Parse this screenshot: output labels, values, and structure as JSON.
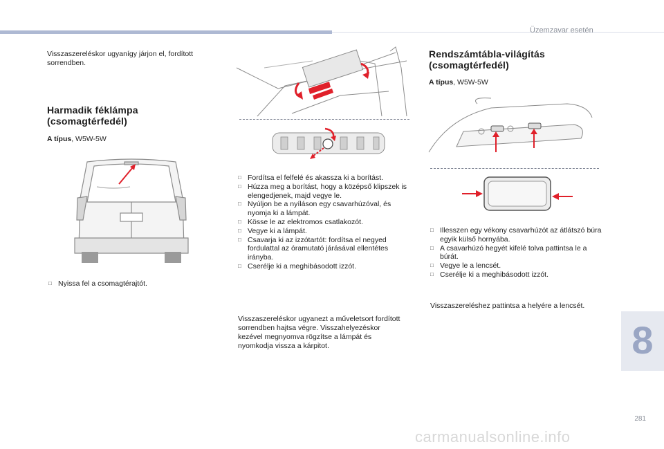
{
  "header": {
    "section_title": "Üzemzavar esetén"
  },
  "col1": {
    "intro": "Visszaszereléskor ugyanígy járjon el, fordított sorrendben.",
    "heading_line1": "Harmadik féklámpa",
    "heading_line2": "(csomagtérfedél)",
    "type_label": "A típus",
    "type_value": ", W5W-5W",
    "steps": [
      "Nyissa fel a csomagtérajtót."
    ]
  },
  "col2": {
    "steps": [
      "Fordítsa el felfelé és akassza ki a borítást.",
      "Húzza meg a borítást, hogy a középső klipszek is elengedjenek, majd vegye le.",
      "Nyúljon be a nyíláson egy csavarhúzóval, és nyomja ki a lámpát.",
      "Kösse le az elektromos csatlakozót.",
      "Vegye ki a lámpát.",
      "Csavarja ki az izzótartót: fordítsa el negyed fordulattal az óramutató járásával ellentétes irányba.",
      "Cserélje ki a meghibásodott izzót."
    ],
    "outro": "Visszaszereléskor ugyanezt a műveletsort fordított sorrendben hajtsa végre. Visszahelyezéskor kezével megnyomva rögzítse a lámpát és nyomkodja vissza a kárpitot."
  },
  "col3": {
    "heading_line1": "Rendszámtábla-világítás",
    "heading_line2": "(csomagtérfedél)",
    "type_label": "A típus",
    "type_value": ", W5W-5W",
    "steps": [
      "Illesszen egy vékony csavarhúzót az átlátszó búra egyik külső hornyába.",
      "A csavarhúzó hegyét kifelé tolva pattintsa le a búrát.",
      "Vegye le a lencsét.",
      "Cserélje ki a meghibásodott izzót."
    ],
    "outro": "Visszaszereléshez pattintsa a helyére a lencsét."
  },
  "footer": {
    "chapter": "8",
    "page": "281",
    "watermark": "carmanualsonline.info"
  },
  "colors": {
    "accent_bar": "#aeb9d3",
    "arrow_red": "#e0202a",
    "chapter_tab": "#e6e9f0"
  }
}
